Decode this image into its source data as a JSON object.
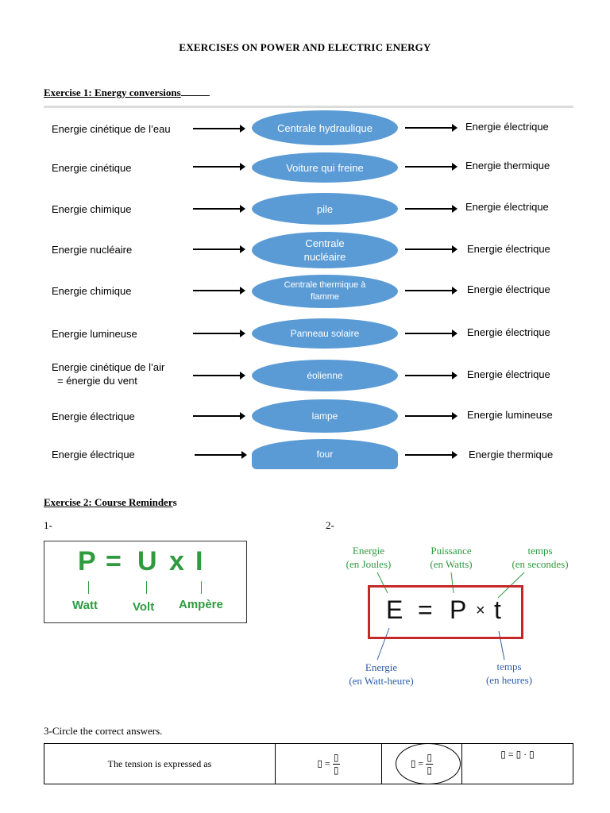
{
  "title": "EXERCISES ON POWER AND ELECTRIC ENERGY",
  "exercise1": {
    "heading": "Exercise 1: Energy conversions",
    "rows": [
      {
        "source": "Energie cinétique de l’eau",
        "converter": "Centrale hydraulique",
        "result": "Energie électrique"
      },
      {
        "source": "Energie cinétique",
        "converter": "Voiture qui freine",
        "result": "Energie thermique"
      },
      {
        "source": "Energie chimique",
        "converter": "pile",
        "result": "Energie électrique"
      },
      {
        "source": "Energie nucléaire",
        "converter": "Centrale nucléaire",
        "result": "Energie électrique"
      },
      {
        "source": "Energie chimique",
        "converter": "Centrale thermique à flamme",
        "result": "Energie électrique"
      },
      {
        "source": "Energie lumineuse",
        "converter": "Panneau solaire",
        "result": "Energie électrique"
      },
      {
        "source": "Energie cinétique de l’air",
        "source_line2": "= énergie du vent",
        "converter": "éolienne",
        "result": "Energie électrique"
      },
      {
        "source": "Energie électrique",
        "converter": "lampe",
        "result": "Energie lumineuse"
      },
      {
        "source": "Energie électrique",
        "converter": "four",
        "result": "Energie thermique"
      }
    ]
  },
  "exercise2": {
    "heading_prefix": "Exercise 2: Course Reminder",
    "heading_suffix": "s",
    "item1_num": "1-",
    "item2_num": "2-",
    "formula1": {
      "P": "P",
      "eq": "=",
      "U": "U",
      "x": "x",
      "I": "I",
      "watt": "Watt",
      "volt": "Volt",
      "ampere": "Ampère"
    },
    "formula2": {
      "E": "E",
      "eq": "=",
      "P": "P",
      "times": "×",
      "t": "t",
      "energie_top": "Energie",
      "energie_top_unit": "(en Joules)",
      "puissance": "Puissance",
      "puissance_unit": "(en Watts)",
      "temps_top": "temps",
      "temps_top_unit": "(en secondes)",
      "energie_bottom": "Energie",
      "energie_bottom_unit": "(en Watt-heure)",
      "temps_bottom": "temps",
      "temps_bottom_unit": "(en heures)"
    }
  },
  "question3": {
    "label": "3-Circle the correct answers.",
    "statement": "The tension is expressed as",
    "opt1_lhs": "▯ =",
    "opt1_num": "▯",
    "opt1_den": "▯",
    "opt2_lhs": "▯ =",
    "opt2_num": "▯",
    "opt2_den": "▯",
    "opt3": "▯ = ▯ · ▯"
  }
}
